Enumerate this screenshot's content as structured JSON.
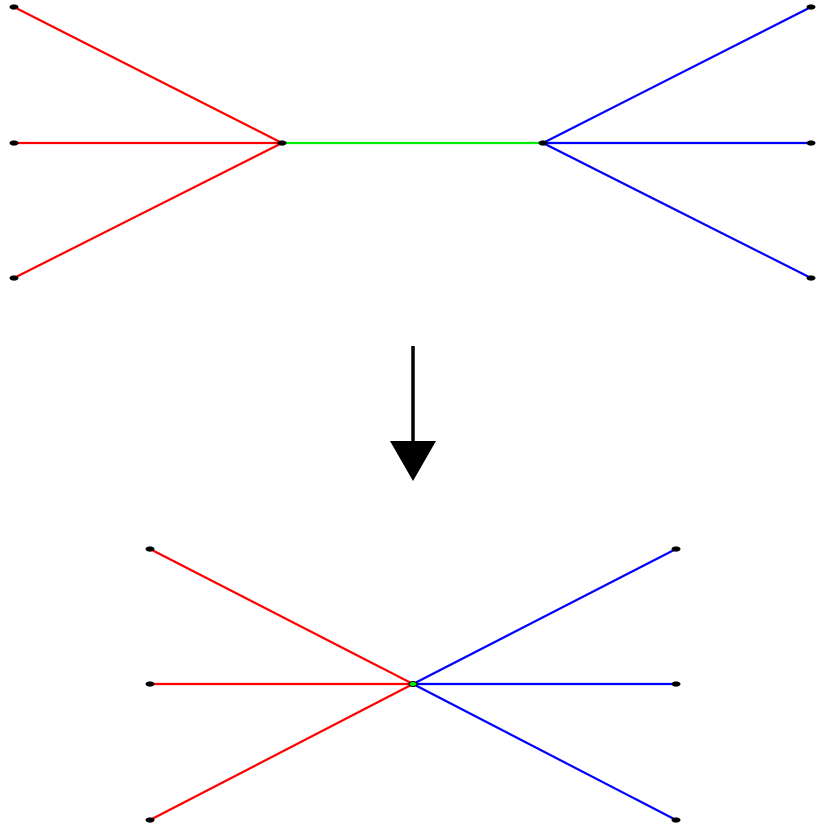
{
  "colors": {
    "left_edges": "#ff0000",
    "right_edges": "#0000ff",
    "bridge_edge": "#00ee00",
    "node": "#000000",
    "arrow": "#000000"
  },
  "top_graph": {
    "left_leaf_count": 3,
    "right_leaf_count": 3,
    "has_bridge_edge": true
  },
  "bottom_graph": {
    "left_leaf_count": 3,
    "right_leaf_count": 3,
    "has_bridge_edge": false,
    "description_of_change": ""
  },
  "arrow": {
    "direction": "down"
  }
}
